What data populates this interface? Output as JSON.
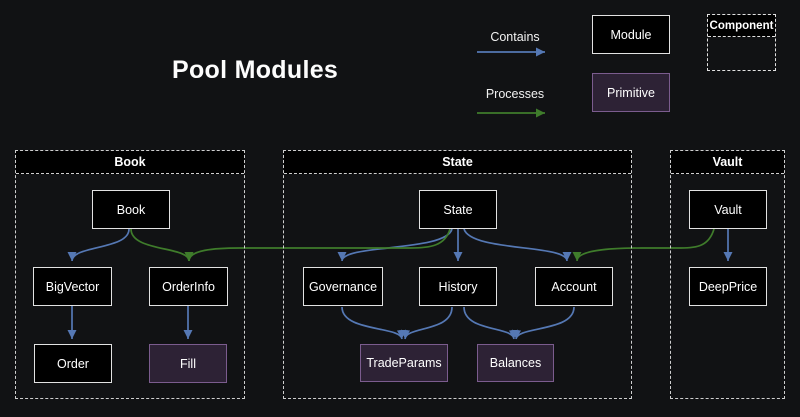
{
  "title": "Pool Modules",
  "legend": {
    "contains_label": "Contains",
    "processes_label": "Processes",
    "module_label": "Module",
    "primitive_label": "Primitive",
    "component_label": "Component"
  },
  "groups": [
    {
      "title": "Book",
      "nodes": [
        {
          "label": "Book",
          "type": "module"
        },
        {
          "label": "BigVector",
          "type": "module"
        },
        {
          "label": "OrderInfo",
          "type": "module"
        },
        {
          "label": "Order",
          "type": "module"
        },
        {
          "label": "Fill",
          "type": "primitive"
        }
      ]
    },
    {
      "title": "State",
      "nodes": [
        {
          "label": "State",
          "type": "module"
        },
        {
          "label": "Governance",
          "type": "module"
        },
        {
          "label": "History",
          "type": "module"
        },
        {
          "label": "Account",
          "type": "module"
        },
        {
          "label": "TradeParams",
          "type": "primitive"
        },
        {
          "label": "Balances",
          "type": "primitive"
        }
      ]
    },
    {
      "title": "Vault",
      "nodes": [
        {
          "label": "Vault",
          "type": "module"
        },
        {
          "label": "DeepPrice",
          "type": "module"
        }
      ]
    }
  ],
  "edges": {
    "contains": [
      {
        "from": "Book",
        "to": "BigVector"
      },
      {
        "from": "BigVector",
        "to": "Order"
      },
      {
        "from": "OrderInfo",
        "to": "Fill"
      },
      {
        "from": "State",
        "to": "Governance"
      },
      {
        "from": "State",
        "to": "History"
      },
      {
        "from": "State",
        "to": "Account"
      },
      {
        "from": "Governance",
        "to": "TradeParams"
      },
      {
        "from": "History",
        "to": "TradeParams"
      },
      {
        "from": "History",
        "to": "Balances"
      },
      {
        "from": "Account",
        "to": "Balances"
      },
      {
        "from": "Vault",
        "to": "DeepPrice"
      }
    ],
    "processes": [
      {
        "from": "Book",
        "to": "OrderInfo"
      },
      {
        "from": "State",
        "to": "OrderInfo"
      },
      {
        "from": "Vault",
        "to": "Account"
      }
    ]
  },
  "colors": {
    "background": "#111214",
    "module_fill": "#000000",
    "module_border": "#e2e2e2",
    "primitive_fill": "#2d2235",
    "primitive_border": "#7b5c8e",
    "contains_edge": "#5578b4",
    "processes_edge": "#3f7c2b",
    "dashed_border": "#cfcfcf",
    "text": "#ffffff"
  }
}
